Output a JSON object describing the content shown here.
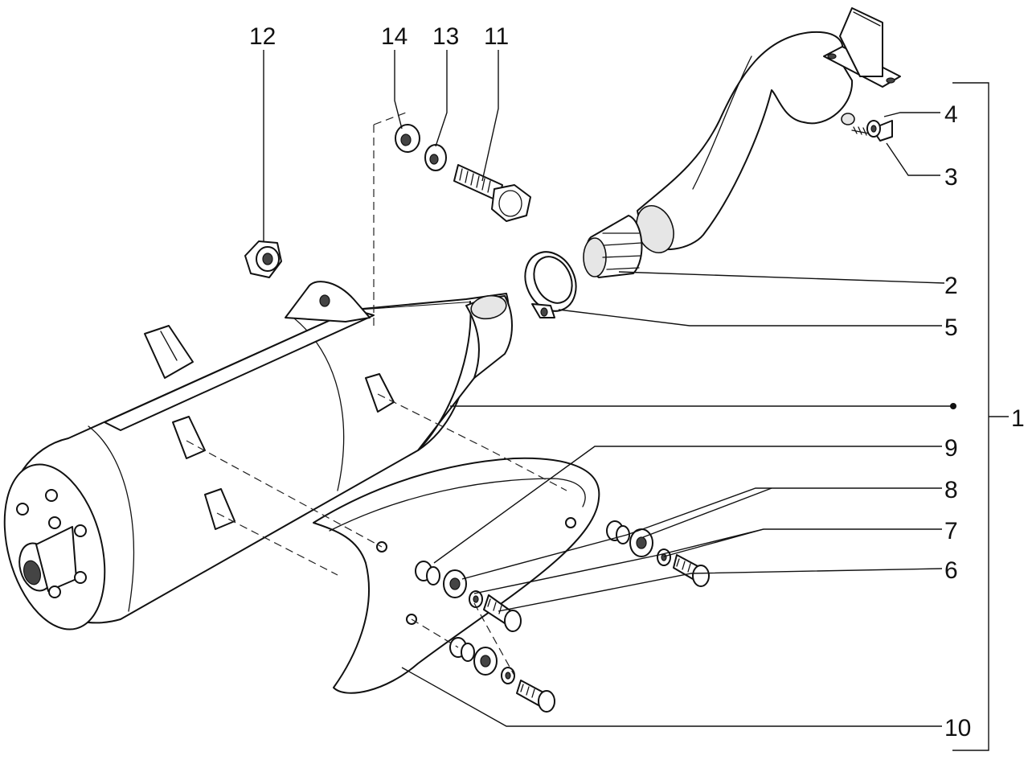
{
  "labels": {
    "p1": "1",
    "p2": "2",
    "p3": "3",
    "p4": "4",
    "p5": "5",
    "p6": "6",
    "p7": "7",
    "p8": "8",
    "p9": "9",
    "p10": "10",
    "p11": "11",
    "p12": "12",
    "p13": "13",
    "p14": "14"
  }
}
